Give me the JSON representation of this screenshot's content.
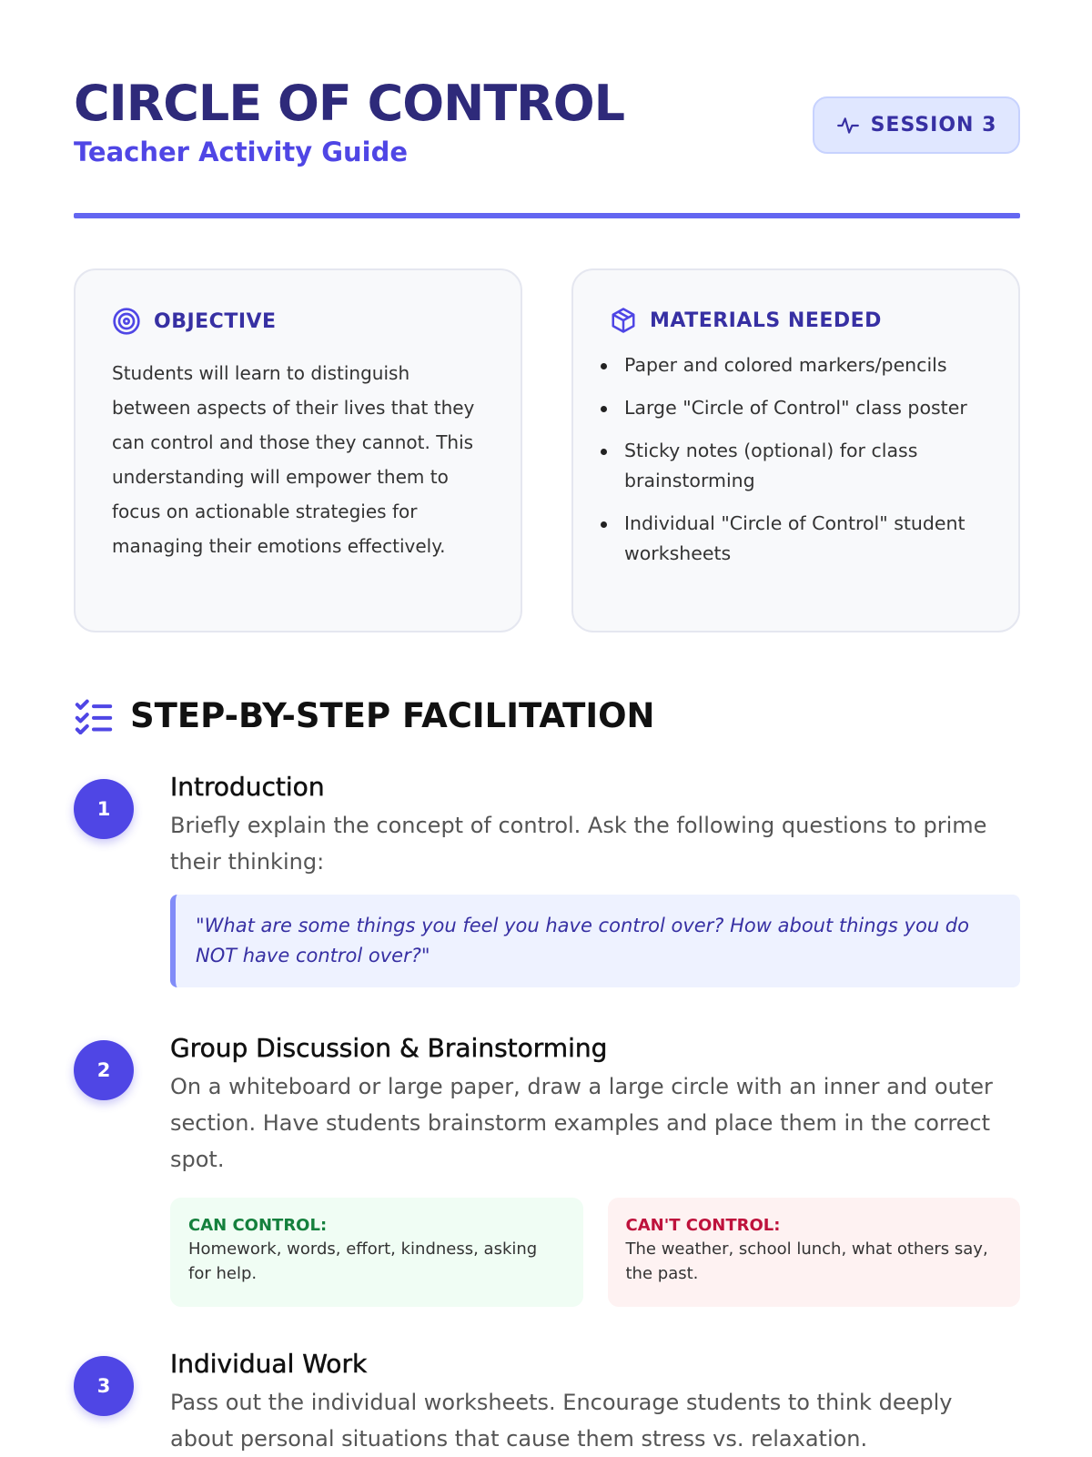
{
  "header": {
    "title": "CIRCLE OF CONTROL",
    "subtitle": "Teacher Activity Guide",
    "badge": "SESSION 3",
    "badge_icon": "activity-icon"
  },
  "objective": {
    "heading": "OBJECTIVE",
    "icon": "target-icon",
    "text": "Students will learn to distinguish between aspects of their lives that they can control and those they cannot. This understanding will empower them to focus on actionable strategies for managing their emotions effectively."
  },
  "materials": {
    "heading": "MATERIALS NEEDED",
    "icon": "box-icon",
    "items": [
      "Paper and colored markers/pencils",
      "Large \"Circle of Control\" class poster",
      "Sticky notes (optional) for class brainstorming",
      "Individual \"Circle of Control\" student worksheets"
    ]
  },
  "facilitation": {
    "heading": "STEP-BY-STEP FACILITATION",
    "icon": "checklist-icon",
    "steps": [
      {
        "number": "1",
        "title": "Introduction",
        "text": "Briefly explain the concept of control. Ask the following questions to prime their thinking:",
        "quote": "\"What are some things you feel you have control over? How about things you do NOT have control over?\""
      },
      {
        "number": "2",
        "title": "Group Discussion & Brainstorming",
        "text": "On a whiteboard or large paper, draw a large circle with an inner and outer section. Have students brainstorm examples and place them in the correct spot.",
        "can_label": "CAN CONTROL:",
        "can_text": "Homework, words, effort, kindness, asking for help.",
        "cant_label": "CAN'T CONTROL:",
        "cant_text": "The weather, school lunch, what others say, the past."
      },
      {
        "number": "3",
        "title": "Individual Work",
        "text": "Pass out the individual worksheets. Encourage students to think deeply about personal situations that cause them stress vs. relaxation."
      }
    ]
  },
  "colors": {
    "primary": "#4f46e5",
    "title": "#2e2a7a",
    "green": "#15803d",
    "red": "#be123c"
  }
}
